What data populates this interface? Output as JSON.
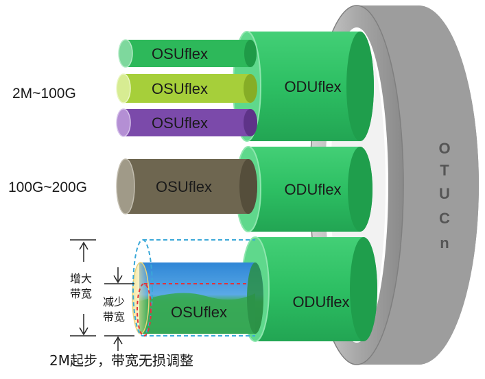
{
  "container": {
    "label_letters": [
      "O",
      "T",
      "U",
      "C",
      "n"
    ]
  },
  "odu_tubes": [
    {
      "label": "ODUflex"
    },
    {
      "label": "ODUflex"
    },
    {
      "label": "ODUflex"
    }
  ],
  "osu_tubes": [
    {
      "label": "OSUflex",
      "color": "#2db85a"
    },
    {
      "label": "OSUflex",
      "color": "#a6cf3a"
    },
    {
      "label": "OSUflex",
      "color": "#7b4aaa"
    },
    {
      "label": "OSUflex",
      "color": "#6e6650"
    },
    {
      "label": "OSUflex",
      "color": "#2db85a"
    }
  ],
  "range_labels": {
    "low": "2M~100G",
    "high": "100G~200G"
  },
  "adjust": {
    "increase": [
      "增大",
      "带宽"
    ],
    "decrease": [
      "减少",
      "带宽"
    ],
    "caption": "2M起步，带宽无损调整"
  },
  "colors": {
    "odu_green": "#2dbf63",
    "odu_green_dark": "#1f9e4c",
    "otu_gray": "#9c9c9c",
    "dashed_blue": "#3aa8d8",
    "dashed_red": "#e0333a"
  }
}
